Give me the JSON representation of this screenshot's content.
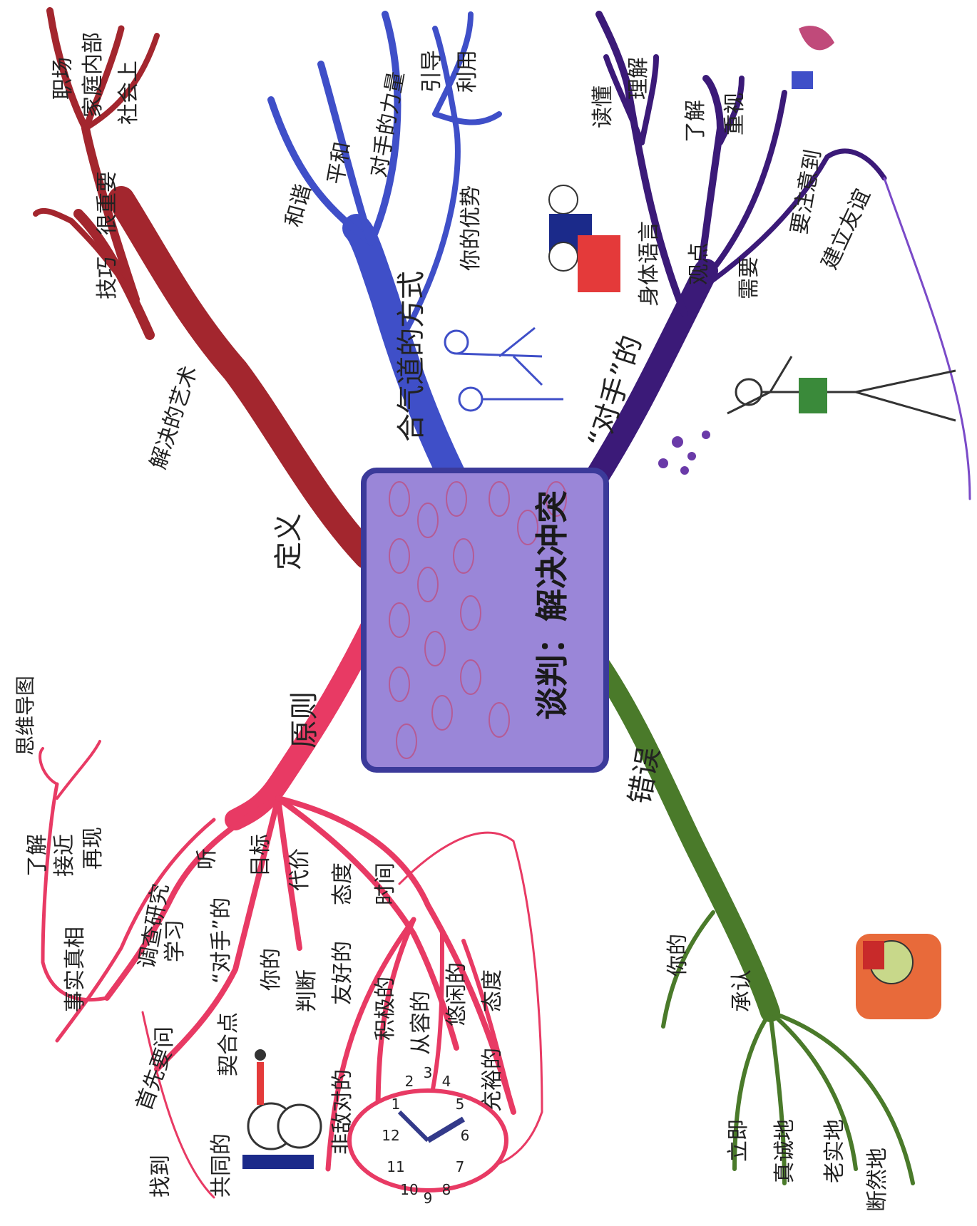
{
  "corner_label": "思维导图",
  "center": {
    "title": "谈判：解决冲突",
    "fill": "#9a86d8",
    "border": "#3b3a9a"
  },
  "colors": {
    "definition": "#a3262e",
    "principles": "#e83a64",
    "aikido": "#3f4fc8",
    "opponent": "#3b1a78",
    "mistakes": "#4a7a2a"
  },
  "branches": {
    "definition": {
      "label": "定义",
      "sub": "解决的艺术",
      "items": [
        "职场",
        "家庭内部",
        "社会上",
        "很重要",
        "技巧"
      ]
    },
    "aikido": {
      "label": "合气道的方式",
      "items": [
        "和谐",
        "平和",
        "对手的力量",
        "你的优势",
        "引导",
        "利用"
      ]
    },
    "opponent": {
      "label": "“对手”的",
      "items": [
        "读懂",
        "理解",
        "了解",
        "重视",
        "身体语言",
        "观点",
        "需要",
        "要注意到",
        "建立友谊"
      ]
    },
    "principles": {
      "label": "原则",
      "items": [
        "听",
        "调查研究",
        "学习",
        "事实真相",
        "了解",
        "接近",
        "再现",
        "目标",
        "“对手”的",
        "你的",
        "问",
        "首先要",
        "契合点",
        "找到",
        "共同的",
        "代价",
        "判断",
        "态度",
        "非敌对的",
        "友好的",
        "积极的",
        "从容的",
        "悠闲的",
        "时间",
        "态度",
        "充裕的"
      ]
    },
    "mistakes": {
      "label": "错误",
      "items": [
        "你的",
        "承认",
        "立即",
        "真诚地",
        "老实地",
        "断然地"
      ]
    }
  },
  "clock_numbers": [
    "1",
    "2",
    "3",
    "4",
    "5",
    "6",
    "7",
    "8",
    "9",
    "10",
    "11",
    "12"
  ]
}
